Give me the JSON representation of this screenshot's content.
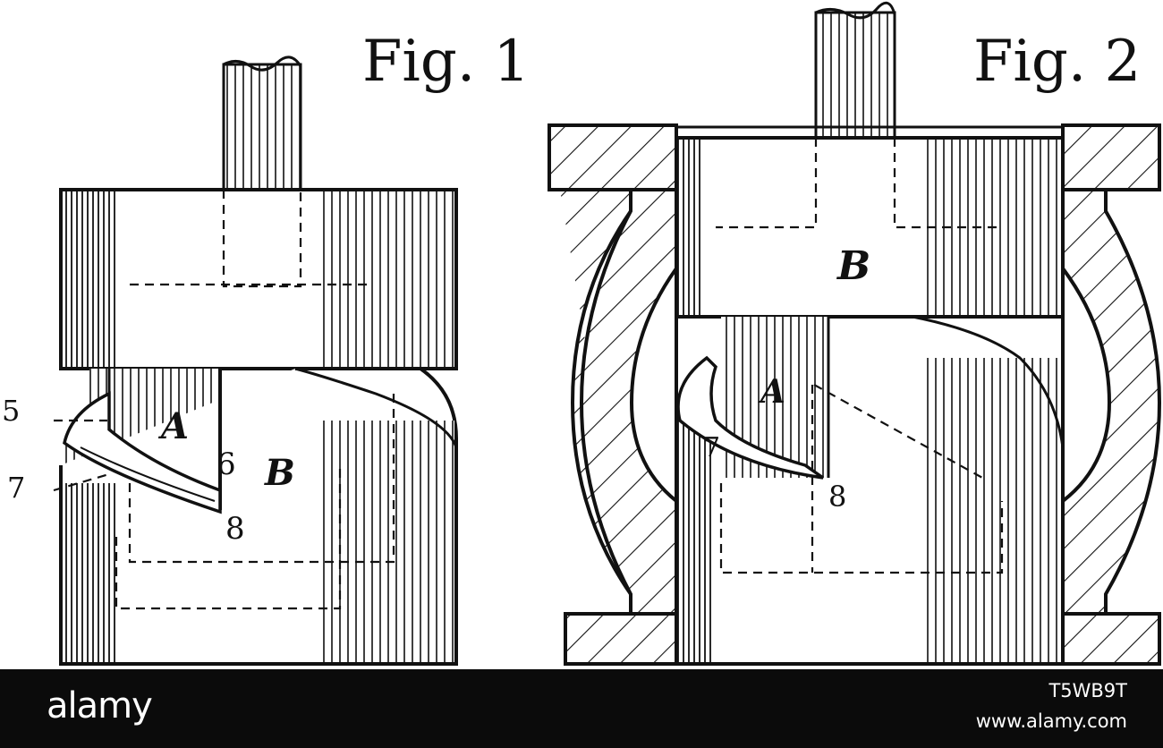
{
  "figures": [
    {
      "title": "Fig. 1",
      "labels": {
        "a": "A",
        "b": "B",
        "n5": "5",
        "n6": "6",
        "n7": "7",
        "n8": "8"
      }
    },
    {
      "title": "Fig. 2",
      "labels": {
        "a": "A",
        "b": "B",
        "n7": "7",
        "n8": "8"
      }
    }
  ],
  "footer": {
    "logo": "alamy",
    "image_id": "T5WB9T",
    "site": "www.alamy.com"
  },
  "colors": {
    "ink": "#111111",
    "paper": "#ffffff",
    "band": "#0b0b0b"
  }
}
